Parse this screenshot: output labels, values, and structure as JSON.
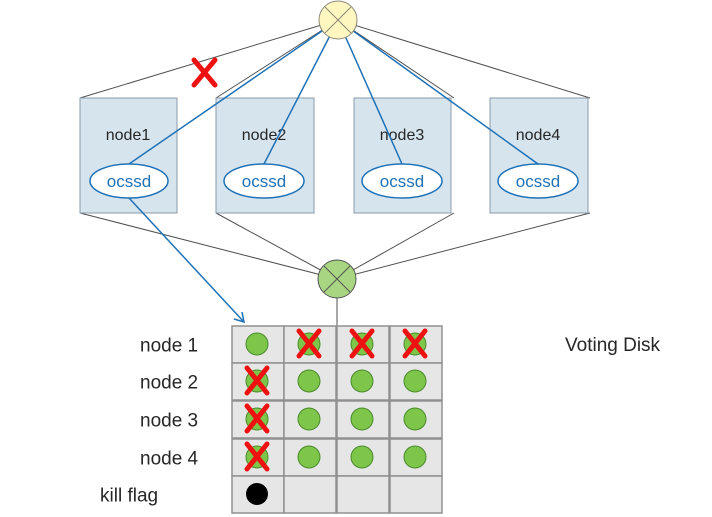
{
  "nodes": [
    {
      "label": "node1",
      "process": "ocssd",
      "network_failed": true
    },
    {
      "label": "node2",
      "process": "ocssd",
      "network_failed": false
    },
    {
      "label": "node3",
      "process": "ocssd",
      "network_failed": false
    },
    {
      "label": "node4",
      "process": "ocssd",
      "network_failed": false
    }
  ],
  "voting_disk": {
    "title": "Voting Disk",
    "rows": [
      {
        "label": "node 1",
        "cells": [
          "ok",
          "fail",
          "fail",
          "fail"
        ]
      },
      {
        "label": "node 2",
        "cells": [
          "fail",
          "ok",
          "ok",
          "ok"
        ]
      },
      {
        "label": "node 3",
        "cells": [
          "fail",
          "ok",
          "ok",
          "ok"
        ]
      },
      {
        "label": "node 4",
        "cells": [
          "fail",
          "ok",
          "ok",
          "ok"
        ]
      }
    ],
    "kill_flag_label": "kill flag",
    "kill_flag_cells": [
      "set",
      "empty",
      "empty",
      "empty"
    ]
  },
  "colors": {
    "node_fill": "#d6e4ee",
    "node_stroke": "#8a9aa8",
    "blue_line": "#1f72b8",
    "gray_line": "#505050",
    "network_hub_fill": "#fff6c0",
    "disk_hub_fill": "#a8d582",
    "status_ok": "#7dc64a",
    "status_ok_stroke": "#4a8a2c",
    "fail_mark": "#ee1111",
    "grid_fill": "#e6e6e6",
    "grid_stroke": "#909090",
    "kill_flag_dot": "#000000",
    "text": "#262626"
  }
}
